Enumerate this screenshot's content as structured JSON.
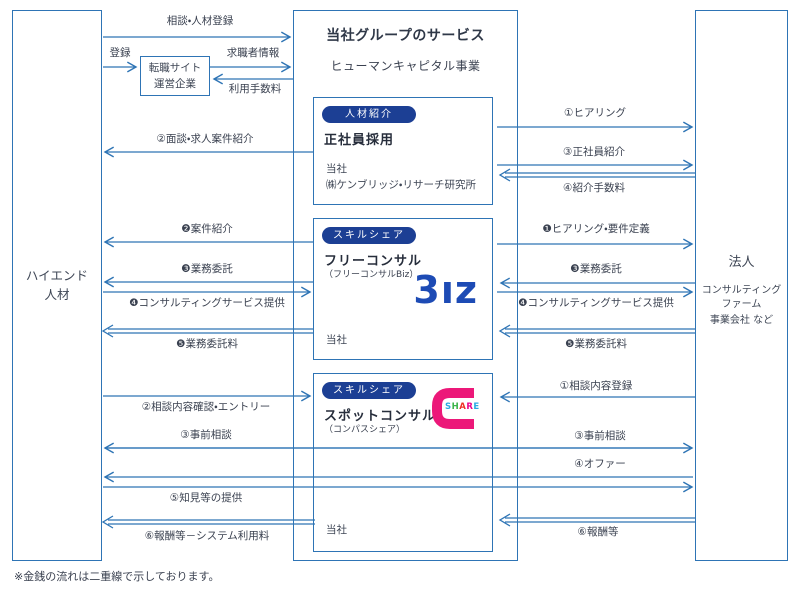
{
  "center": {
    "title": "当社グループのサービス",
    "subtitle": "ヒューマンキャピタル事業"
  },
  "entities": {
    "left": {
      "line1": "ハイエンド",
      "line2": "人材"
    },
    "right": {
      "name": "法人",
      "desc": [
        "コンサルティング",
        "ファーム",
        "事業会社 など"
      ]
    },
    "job_site": {
      "line1": "転職サイト",
      "line2": "運営企業"
    }
  },
  "services": [
    {
      "badge": "人材紹介",
      "title": "正社員採用",
      "companies": [
        "当社",
        "㈱ケンブリッジ・リサーチ研究所"
      ]
    },
    {
      "badge": "スキルシェア",
      "title": "フリーコンサル",
      "subtitle": "（フリーコンサルBiz）",
      "logo_text": "3ız",
      "company": "当社"
    },
    {
      "badge": "スキルシェア",
      "title": "スポットコンサル",
      "subtitle": "（コンパスシェア）",
      "logo_letters": [
        "S",
        "H",
        "A",
        "R",
        "E"
      ],
      "company": "当社"
    }
  ],
  "flows": {
    "consult_register": "相談・人材登録",
    "register": "登録",
    "jobseeker_info": "求職者情報",
    "usage_fee": "利用手数料",
    "interview_intro": "②面談・求人案件紹介",
    "hearing": "①ヒアリング",
    "fulltime_intro": "③正社員紹介",
    "intro_fee": "④紹介手数料",
    "case_intro": "❷案件紹介",
    "outsourcing_l": "❸業務委託",
    "consulting_l": "❹コンサルティングサービス提供",
    "outsourcing_fee_l": "❺業務委託料",
    "hearing_requirements": "❶ヒアリング・要件定義",
    "outsourcing_r": "❸業務委託",
    "consulting_r": "❹コンサルティングサービス提供",
    "outsourcing_fee_r": "❺業務委託料",
    "consult_confirm": "②相談内容確認・エントリー",
    "prior_consult_l": "③事前相談",
    "knowledge": "⑤知見等の提供",
    "reward_system": "⑥報酬等－システム利用料",
    "consult_register_corp": "①相談内容登録",
    "prior_consult_r": "③事前相談",
    "offer": "④オファー",
    "reward": "⑥報酬等"
  },
  "note": "※金銭の流れは二重線で示しております。",
  "colors": {
    "line_blue": "#2e74b5",
    "badge_navy": "#1c3f94",
    "biz_blue": "#1d4bb5",
    "compass_pink": "#ec1879",
    "share_letters": [
      "#29abe2",
      "#3cb44b",
      "#ee3124",
      "#ec008c",
      "#29abe2"
    ]
  }
}
